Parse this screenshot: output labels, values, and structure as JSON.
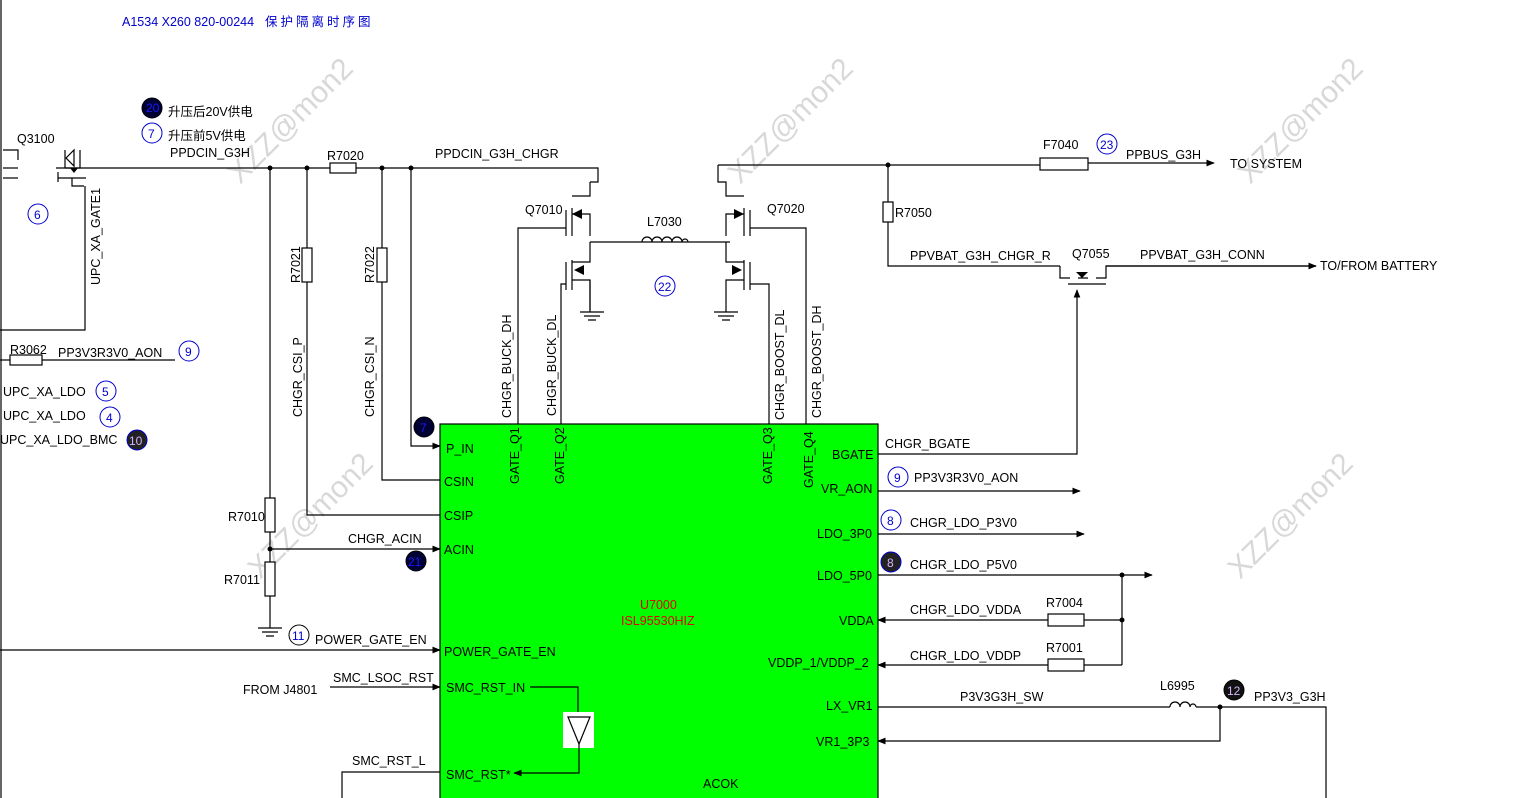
{
  "title": "A1534 X260 820-00244",
  "title_cn": "保护隔离时序图",
  "watermark": "XZZ@mon2",
  "legend": [
    {
      "marker": "20",
      "text": "升压后20V供电"
    },
    {
      "marker": "7",
      "text": "升压前5V供电"
    }
  ],
  "chip": {
    "ref": "U7000",
    "part": "ISL95530HIZ",
    "color": "#00ff00",
    "pins_left": [
      "P_IN",
      "CSIN",
      "CSIP",
      "ACIN",
      "POWER_GATE_EN",
      "SMC_RST_IN",
      "SMC_RST*"
    ],
    "pins_top": [
      "GATE_Q1",
      "GATE_Q2",
      "GATE_Q3",
      "GATE_Q4"
    ],
    "pins_right": [
      "BGATE",
      "VR_AON",
      "LDO_3P0",
      "LDO_5P0",
      "VDDA",
      "VDDP_1/VDDP_2",
      "LX_VR1",
      "VR1_3P3"
    ],
    "pin_bottom": "ACOK"
  },
  "components": [
    "Q3100",
    "R7020",
    "R7021",
    "R7022",
    "Q7010",
    "L7030",
    "Q7020",
    "F7040",
    "R7050",
    "Q7055",
    "R3062",
    "R7010",
    "R7011",
    "R7004",
    "R7001",
    "L6995"
  ],
  "nets": [
    "PPDCIN_G3H",
    "PPDCIN_G3H_CHGR",
    "UPC_XA_GATE1",
    "CHGR_CSI_P",
    "CHGR_CSI_N",
    "CHGR_BUCK_DH",
    "CHGR_BUCK_DL",
    "CHGR_BOOST_DL",
    "CHGR_BOOST_DH",
    "PPBUS_G3H",
    "PPVBAT_G3H_CHGR_R",
    "PPVBAT_G3H_CONN",
    "PP3V3R3V0_AON",
    "UPC_XA_LDO",
    "UPC_XA_LDO_BMC",
    "CHGR_ACIN",
    "POWER_GATE_EN",
    "SMC_LSOC_RST",
    "SMC_RST_L",
    "CHGR_BGATE",
    "CHGR_LDO_P3V0",
    "CHGR_LDO_P5V0",
    "CHGR_LDO_VDDA",
    "CHGR_LDO_VDDP",
    "P3V3G3H_SW",
    "PP3V3_G3H"
  ],
  "destinations": [
    "TO SYSTEM",
    "TO/FROM BATTERY",
    "FROM J4801"
  ],
  "markers": [
    "6",
    "9",
    "5",
    "4",
    "10",
    "7",
    "21",
    "11",
    "22",
    "23",
    "9",
    "8",
    "8",
    "12"
  ],
  "colors": {
    "chip_fill": "#00ff00",
    "title_blue": "#0000cc",
    "chip_text_red": "#e60000"
  }
}
